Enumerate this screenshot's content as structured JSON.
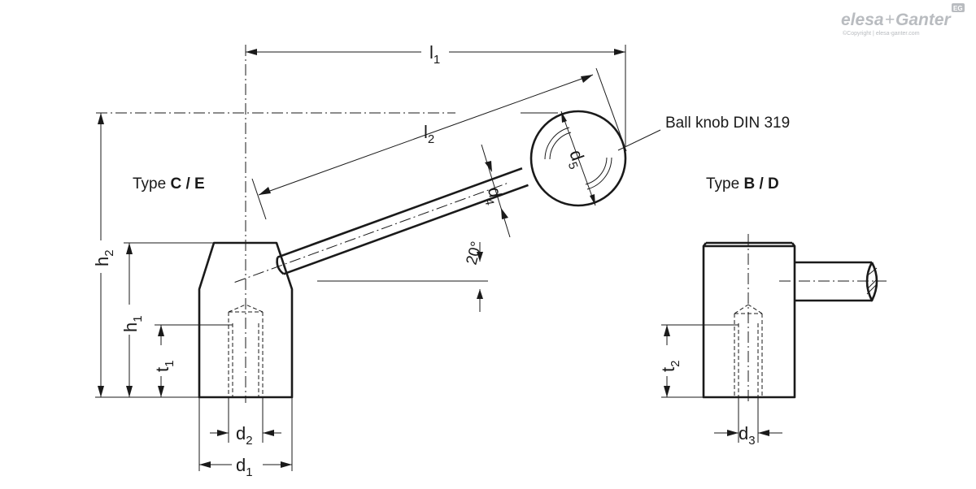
{
  "brand": {
    "name_left": "elesa",
    "name_plus": "+",
    "name_right": "Ganter",
    "badge": "EG",
    "copyright": "©Copyright | elesa-ganter.com"
  },
  "labels": {
    "type_ce_prefix": "Type ",
    "type_ce_bold": "C / E",
    "type_bd_prefix": "Type ",
    "type_bd_bold": "B / D",
    "ball_knob": "Ball knob DIN 319",
    "angle": "20°"
  },
  "dimensions": {
    "l1": {
      "main": "l",
      "sub": "1"
    },
    "l2": {
      "main": "l",
      "sub": "2"
    },
    "h1": {
      "main": "h",
      "sub": "1"
    },
    "h2": {
      "main": "h",
      "sub": "2"
    },
    "t1": {
      "main": "t",
      "sub": "1"
    },
    "t2": {
      "main": "t",
      "sub": "2"
    },
    "d1": {
      "main": "d",
      "sub": "1"
    },
    "d2": {
      "main": "d",
      "sub": "2"
    },
    "d3": {
      "main": "d",
      "sub": "3"
    },
    "d4": {
      "main": "d",
      "sub": "4"
    },
    "d5": {
      "main": "d",
      "sub": "5"
    }
  }
}
